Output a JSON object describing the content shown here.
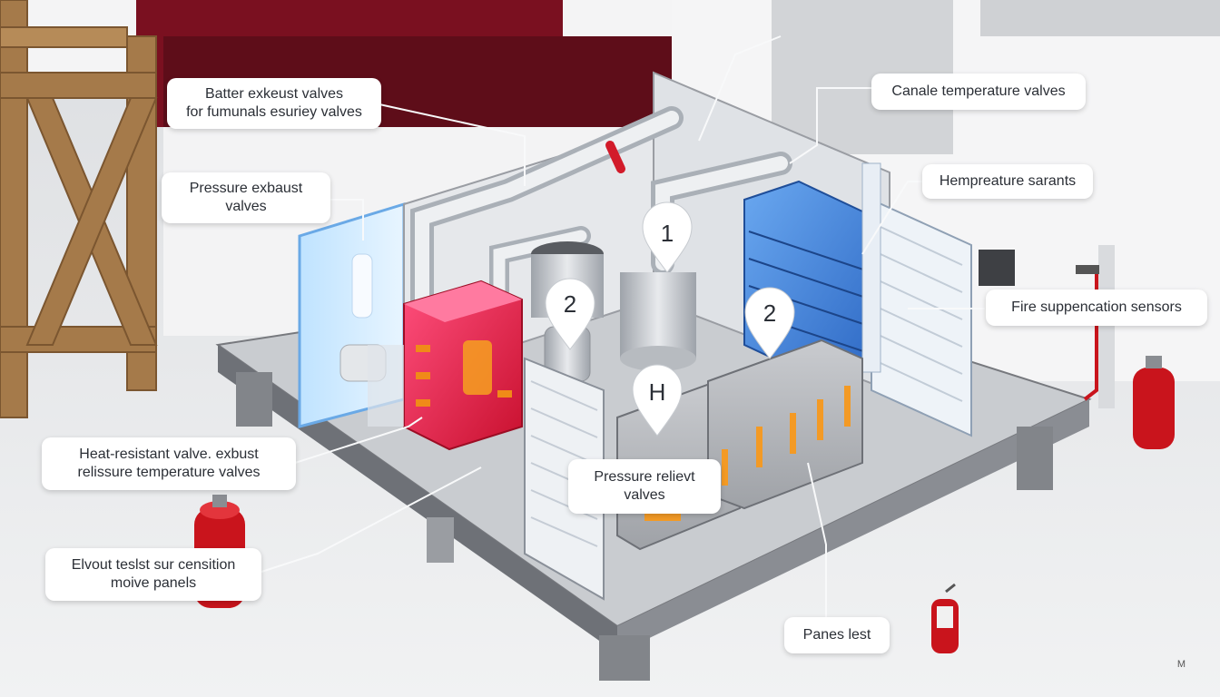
{
  "callouts": [
    {
      "id": "batter-exhaust-valves",
      "text": "Batter exkeust valves\nfor fumunals esuriey valves"
    },
    {
      "id": "pressure-exhaust-valves",
      "text": "Pressure exbaust\nvalves"
    },
    {
      "id": "heat-resistant-valve",
      "text": "Heat-resistant valve. exbust\nrelissure temperature valves"
    },
    {
      "id": "elvout-panels",
      "text": "Elvout teslst sur censition\nmoive panels"
    },
    {
      "id": "canale-temperature-valves",
      "text": "Canale temperature valves"
    },
    {
      "id": "hempreature-sarants",
      "text": "Hempreature sarants"
    },
    {
      "id": "fire-suppencation-sensors",
      "text": "Fire suppencation sensors"
    },
    {
      "id": "pressure-relievt-valves",
      "text": "Pressure relievt\nvalves"
    },
    {
      "id": "panes-lest",
      "text": "Panes lest"
    }
  ],
  "markers": [
    {
      "id": "marker-1",
      "label": "1"
    },
    {
      "id": "marker-2-left",
      "label": "2"
    },
    {
      "id": "marker-2-right",
      "label": "2"
    },
    {
      "id": "marker-h",
      "label": "H"
    }
  ],
  "corner_mark": "M",
  "colors": {
    "heat_unit": "#e8284f",
    "cool_panel": "#3a7fd6",
    "extinguisher": "#c9141c",
    "platform": "#8a8d93",
    "wood": "#a57a4a",
    "wall_red": "#7a1020"
  }
}
